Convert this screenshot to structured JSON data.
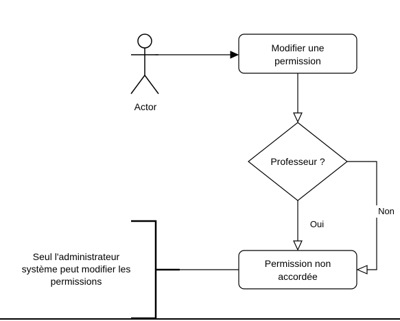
{
  "actor": {
    "label": "Actor"
  },
  "nodes": {
    "modify": {
      "lines": [
        "Modifier une",
        "permission"
      ]
    },
    "decision": {
      "label": "Professeur ?"
    },
    "denied": {
      "lines": [
        "Permission non",
        "accordée"
      ]
    }
  },
  "edges": {
    "yes_label": "Oui",
    "no_label": "Non"
  },
  "annotation": {
    "lines": [
      "Seul l'administrateur",
      "système peut modifier les",
      "permissions"
    ]
  },
  "colors": {
    "stroke": "#000000",
    "fill": "#ffffff",
    "text": "#000000"
  }
}
